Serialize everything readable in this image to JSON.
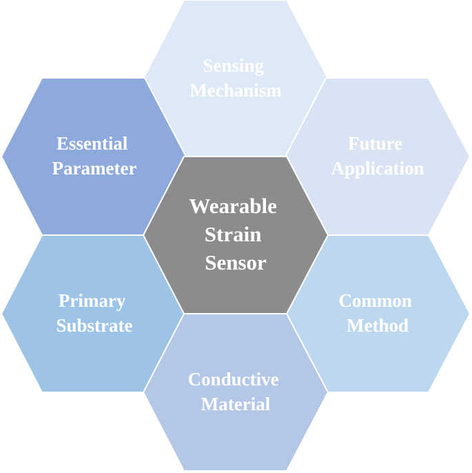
{
  "diagram": {
    "center": {
      "lines": [
        "Wearable",
        "Strain",
        "Sensor"
      ],
      "fill": "#8c8c8c"
    },
    "sensing": {
      "lines": [
        "Sensing",
        "Mechanism"
      ],
      "fill": "#dde9f6"
    },
    "essential": {
      "lines": [
        "Essential",
        "Parameter"
      ],
      "fill": "#8eaadc"
    },
    "future": {
      "lines": [
        "Future",
        "Application"
      ],
      "fill": "#d9e3f4"
    },
    "primary": {
      "lines": [
        "Primary",
        "Substrate"
      ],
      "fill": "#9dc3e6"
    },
    "common": {
      "lines": [
        "Common",
        "Method"
      ],
      "fill": "#bdd7ee"
    },
    "conductive": {
      "lines": [
        "Conductive",
        "Material"
      ],
      "fill": "#b4c7e7"
    }
  }
}
